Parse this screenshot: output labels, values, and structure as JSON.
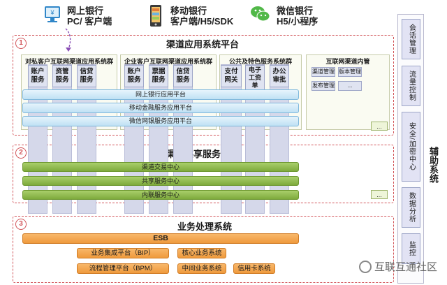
{
  "channels": [
    {
      "line1": "网上银行",
      "line2": "PC/ 客户端",
      "icon": "monitor-icon"
    },
    {
      "line1": "移动银行",
      "line2": "客户端/H5/SDK",
      "icon": "phone-icon"
    },
    {
      "line1": "微信银行",
      "line2": "H5/小程序",
      "icon": "wechat-icon"
    }
  ],
  "layers": [
    {
      "no": "1",
      "title": "渠道应用系统平台"
    },
    {
      "no": "2",
      "title": "渠道共享服务平台"
    },
    {
      "no": "3",
      "title": "业务处理系统"
    }
  ],
  "groups": [
    {
      "title": "对私客户互联网渠道应用系统群",
      "cells": [
        "账户\n服务",
        "资管\n服务",
        "信贷\n服务"
      ]
    },
    {
      "title": "企业客户互联网渠道应用系统群",
      "cells": [
        "账户\n服务",
        "票据\n服务",
        "信贷\n服务"
      ]
    },
    {
      "title": "公共及特色服务系统群",
      "cells": [
        "支付\n网关",
        "电子\n工资\n单",
        "办公\n审批"
      ]
    },
    {
      "title": "互联网渠道内管",
      "cells": [
        "渠道管理",
        "版本管理",
        "发布管理",
        "..."
      ]
    }
  ],
  "blue_bars": [
    "网上银行应用平台",
    "移动金融服务应用平台",
    "微信网银服务应用平台"
  ],
  "green_bars": [
    "渠道交易中心",
    "共享服务中心",
    "内联服务中心"
  ],
  "ellipsis": "...",
  "esb": "ESB",
  "orange_boxes": [
    "业务集成平台（BIP）",
    "核心业务系统",
    "流程管理平台（BPM）",
    "中间业务系统",
    "信用卡系统"
  ],
  "aux": {
    "title": "辅助系统",
    "cells": [
      "会话管理",
      "流量控制",
      "安全/加密中心",
      "数据分析",
      "监控"
    ]
  },
  "watermark": "互联互通社区",
  "colors": {
    "frame": "#d2555a",
    "blue": "#bfe1f4",
    "green": "#7eaa3c",
    "orange": "#ef9a3d"
  }
}
